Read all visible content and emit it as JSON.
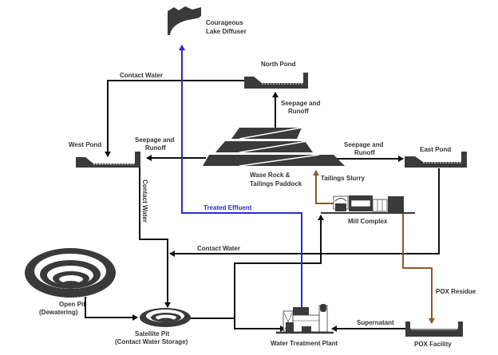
{
  "diagram": {
    "title": "Mine site water management flow diagram",
    "colors": {
      "node_fill": "#3a3a3a",
      "flow_line": "#111111",
      "treated_effluent_line": "#2b2bd1",
      "process_line": "#8b5a2b",
      "label_text": "#333333",
      "treated_effluent_text": "#2b2bd1"
    },
    "nodes": {
      "courageous_lake_diffuser": {
        "line1": "Courageous",
        "line2": "Lake Diffuser",
        "icon": "lake-diffuser-icon"
      },
      "north_pond": {
        "label": "North Pond",
        "icon": "pond-icon"
      },
      "west_pond": {
        "label": "West Pond",
        "icon": "pond-icon"
      },
      "east_pond": {
        "label": "East Pond",
        "icon": "pond-icon"
      },
      "waste_rock": {
        "line1": "Wase Rock &",
        "line2": "Tailings Paddock",
        "icon": "waste-rock-pile-icon"
      },
      "mill_complex": {
        "label": "Mill Complex",
        "icon": "mill-complex-icon"
      },
      "open_pit": {
        "line1": "Open Pit",
        "line2": "(Dewatering)",
        "icon": "open-pit-icon"
      },
      "satellite_pit": {
        "line1": "Satellite Pit",
        "line2": "(Contact Water Storage)",
        "icon": "satellite-pit-icon"
      },
      "water_treatment_plant": {
        "label": "Water Treatment Plant",
        "icon": "water-treatment-plant-icon"
      },
      "pox_facility": {
        "label": "POX Facility",
        "icon": "pox-facility-icon"
      }
    },
    "flows": {
      "contact_water_top": "Contact Water",
      "seepage_north": {
        "line1": "Seepage and",
        "line2": "Runoff"
      },
      "seepage_west": {
        "line1": "Seepage and",
        "line2": "Runoff"
      },
      "seepage_east": {
        "line1": "Seepage and",
        "line2": "Runoff"
      },
      "contact_water_vertical": "Contact Water",
      "treated_effluent": "Treated Effluent",
      "tailings_slurry": "Tailings Slurry",
      "contact_water_middle": "Contact Water",
      "pox_residue": "POX Residue",
      "supernatant": "Supernatant"
    }
  }
}
